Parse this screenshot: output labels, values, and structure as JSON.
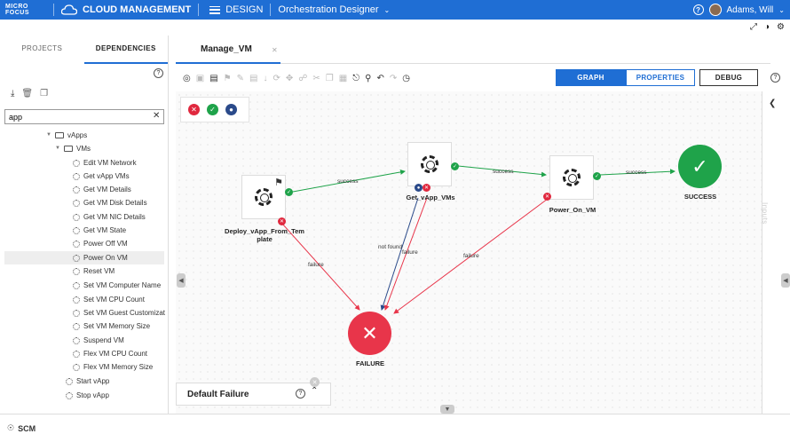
{
  "header": {
    "logo_line1": "MICRO",
    "logo_line2": "FOCUS",
    "app_title": "CLOUD MANAGEMENT",
    "section": "DESIGN",
    "workspace": "Orchestration Designer",
    "user_name": "Adams, Will"
  },
  "left_panel": {
    "tabs": [
      {
        "label": "PROJECTS"
      },
      {
        "label": "DEPENDENCIES"
      }
    ],
    "search_value": "app",
    "tree": [
      {
        "label": "vApps",
        "type": "folder"
      },
      {
        "label": "VMs",
        "type": "folder"
      },
      {
        "label": "Edit VM Network",
        "type": "op"
      },
      {
        "label": "Get vApp VMs",
        "type": "op"
      },
      {
        "label": "Get VM Details",
        "type": "op"
      },
      {
        "label": "Get VM Disk Details",
        "type": "op"
      },
      {
        "label": "Get VM NIC Details",
        "type": "op"
      },
      {
        "label": "Get VM State",
        "type": "op"
      },
      {
        "label": "Power Off VM",
        "type": "op"
      },
      {
        "label": "Power On VM",
        "type": "op",
        "selected": true
      },
      {
        "label": "Reset VM",
        "type": "op"
      },
      {
        "label": "Set VM Computer Name",
        "type": "op"
      },
      {
        "label": "Set VM CPU Count",
        "type": "op"
      },
      {
        "label": "Set VM Guest Customizat",
        "type": "op"
      },
      {
        "label": "Set VM Memory Size",
        "type": "op"
      },
      {
        "label": "Suspend VM",
        "type": "op"
      },
      {
        "label": "Flex VM CPU Count",
        "type": "op"
      },
      {
        "label": "Flex VM Memory Size",
        "type": "op"
      },
      {
        "label": "Start vApp",
        "type": "op"
      },
      {
        "label": "Stop vApp",
        "type": "op"
      }
    ]
  },
  "editor": {
    "tab_label": "Manage_VM",
    "view_buttons": {
      "graph": "GRAPH",
      "properties": "PROPERTIES",
      "debug": "DEBUG"
    },
    "nodes": {
      "deploy": {
        "label_line1": "Deploy_vApp_From_Tem",
        "label_line2": "plate"
      },
      "get_vms": {
        "label": "Get_vApp_VMs"
      },
      "power_on": {
        "label": "Power_On_VM"
      },
      "success": {
        "label": "SUCCESS"
      },
      "failure": {
        "label": "FAILURE"
      }
    },
    "edges": {
      "success": "success",
      "failure": "failure",
      "not_found": "not found"
    },
    "default_failure": "Default Failure",
    "side_label": "Inputs"
  },
  "footer": {
    "scm": "SCM"
  },
  "colors": {
    "primary": "#1f6ed4",
    "success": "#1fa34a",
    "failure": "#e8354a",
    "user": "#2a4a8a"
  }
}
